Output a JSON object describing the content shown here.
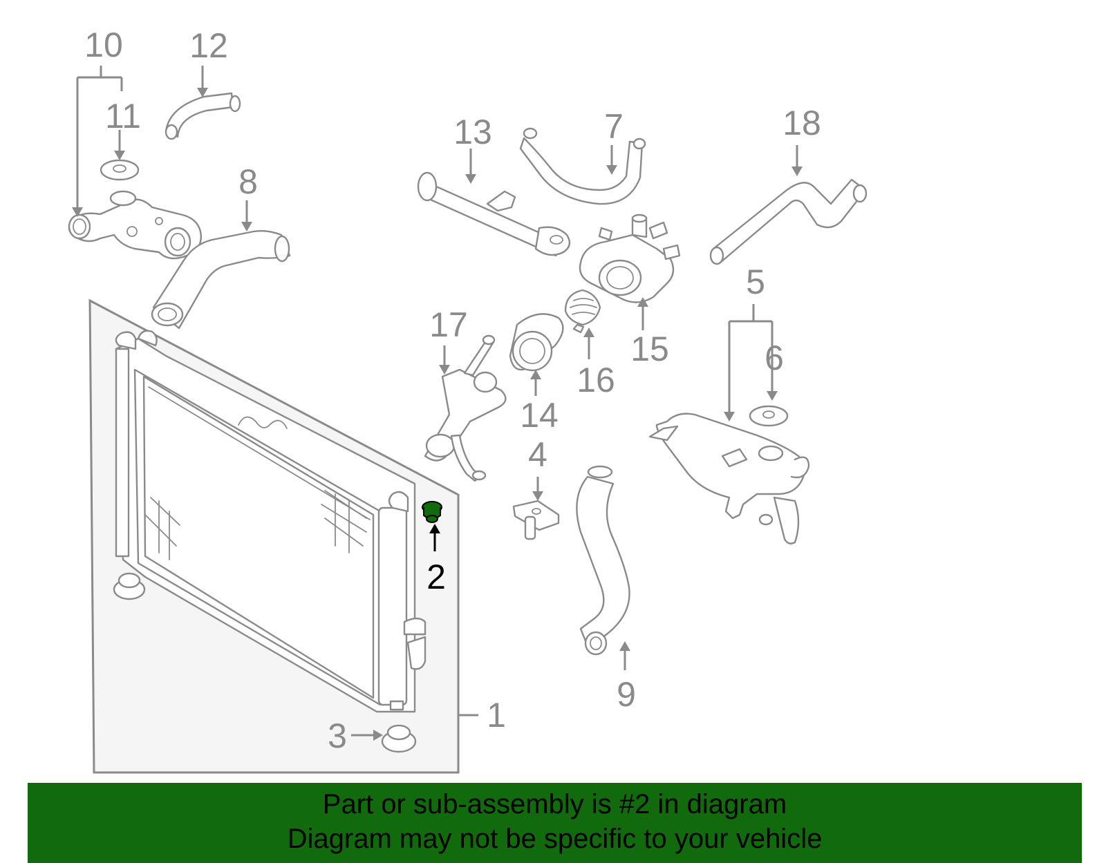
{
  "diagram": {
    "highlight_part": "2",
    "highlight_color": "#116a0b",
    "callout_color": "#8a8a8a",
    "callouts": {
      "c1": "1",
      "c2": "2",
      "c3": "3",
      "c4": "4",
      "c5": "5",
      "c6": "6",
      "c7": "7",
      "c8": "8",
      "c9": "9",
      "c10": "10",
      "c11": "11",
      "c12": "12",
      "c13": "13",
      "c14": "14",
      "c15": "15",
      "c16": "16",
      "c17": "17",
      "c18": "18"
    }
  },
  "banner": {
    "background": "#116a0b",
    "line1": "Part or sub-assembly is #2 in diagram",
    "line2": "Diagram may not be specific to your vehicle"
  }
}
